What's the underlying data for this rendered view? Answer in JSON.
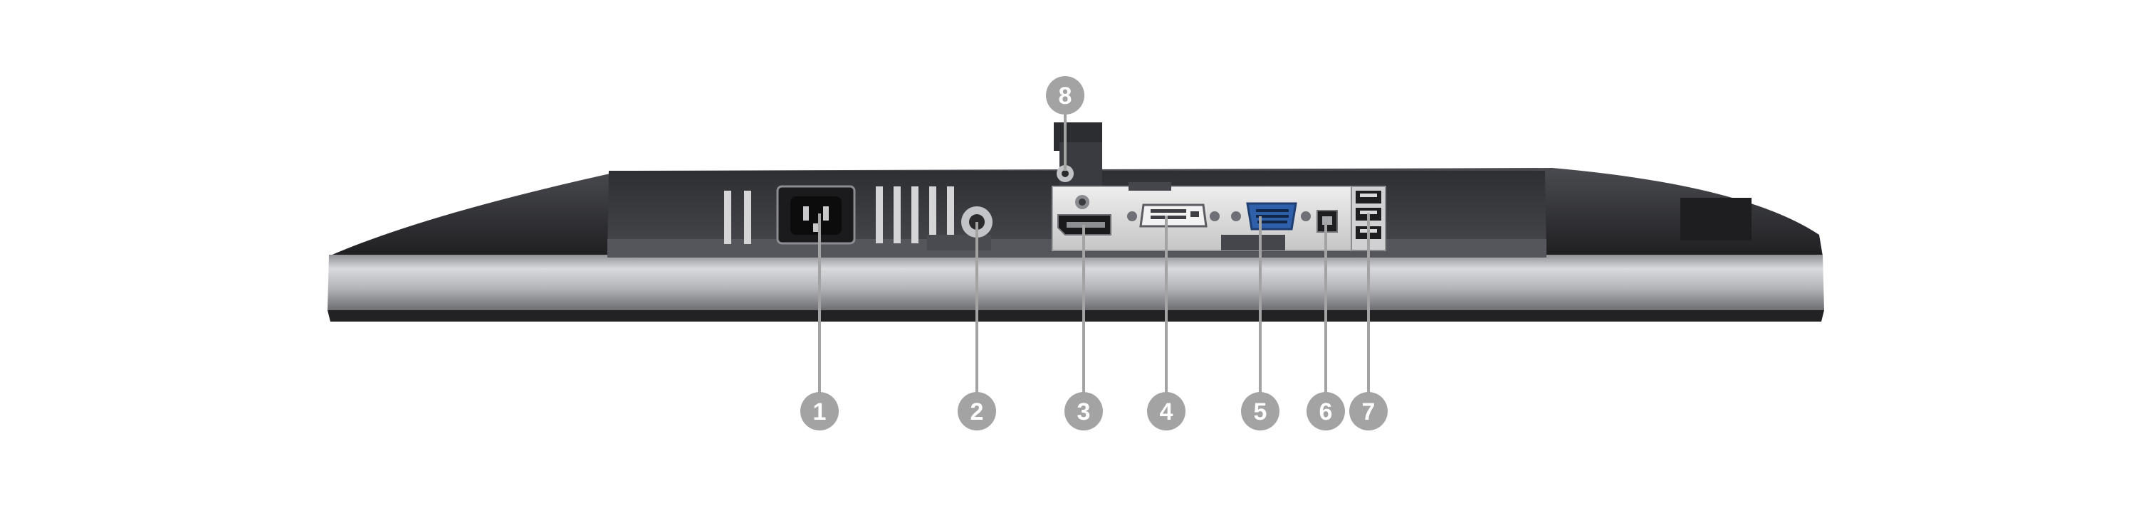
{
  "figure": {
    "callouts": [
      {
        "label": "1"
      },
      {
        "label": "2"
      },
      {
        "label": "3"
      },
      {
        "label": "4"
      },
      {
        "label": "5"
      },
      {
        "label": "6"
      },
      {
        "label": "7"
      },
      {
        "label": "8"
      }
    ]
  },
  "colors": {
    "callout_fill": "#a3a3a3",
    "leader_line": "#a3a3a3",
    "bezel_dark": "#2a2a2d",
    "bezel_silver": "#b9babd",
    "recess": "#3b3c40",
    "connector_plate": "#d8d8d8",
    "vga_blue": "#2f5fa8"
  },
  "icons": [
    "power-connector-icon",
    "lock-slot-icon",
    "displayport-icon",
    "dvi-port-icon",
    "vga-port-icon",
    "usb-b-port-icon",
    "usb-a-ports-icon",
    "screw-hole-icon"
  ]
}
